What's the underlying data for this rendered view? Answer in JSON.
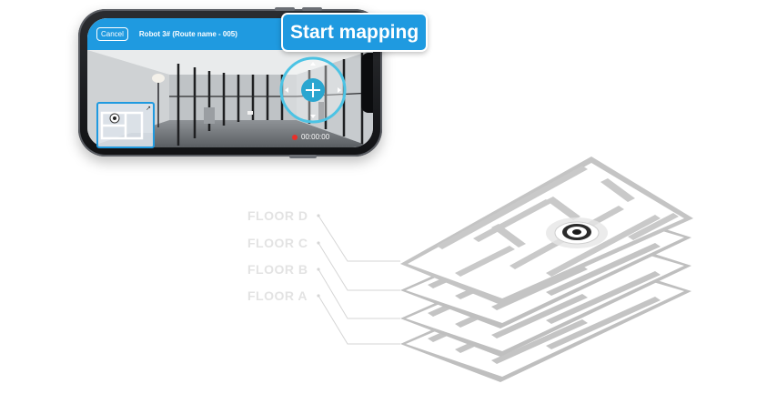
{
  "app": {
    "cancel_label": "Cancel",
    "route_title": "Robot 3# (Route name - 005)",
    "start_label": "Start mapping",
    "timer": "00:00:00",
    "accent_color": "#1f9ae0",
    "record_color": "#e8302a"
  },
  "icons": {
    "add": "plus-icon",
    "expand": "expand-icon",
    "robot": "robot-locator-icon"
  },
  "floors": [
    {
      "label": "FLOOR D"
    },
    {
      "label": "FLOOR C"
    },
    {
      "label": "FLOOR B"
    },
    {
      "label": "FLOOR A"
    }
  ]
}
